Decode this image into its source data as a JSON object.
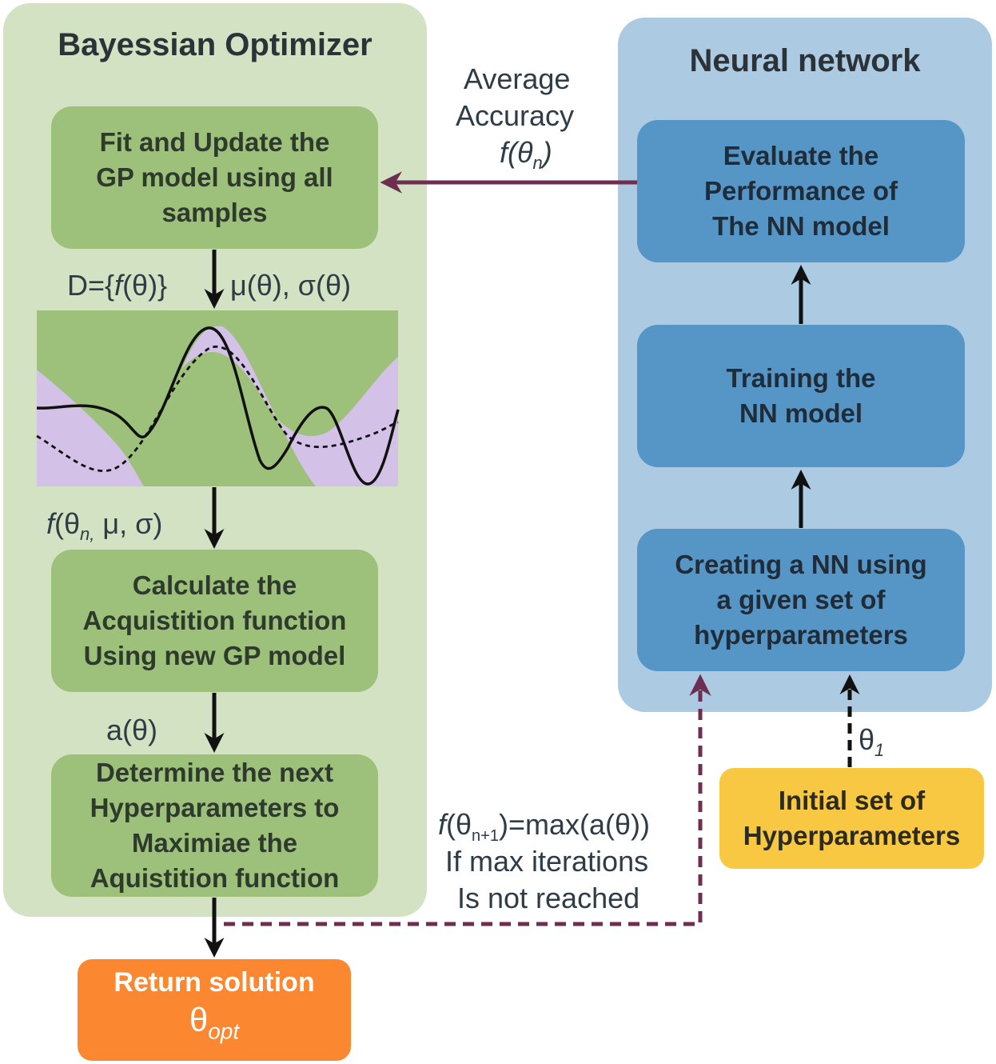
{
  "bo": {
    "title": "Bayessian Optimizer",
    "fit_box": "Fit and Update the\nGP model using all\nsamples",
    "calc_box": "Calculate the\nAcquistition function\nUsing new GP model",
    "determine_box": "Determine the next\nHyperparameters to\nMaximiae the\nAquistition function"
  },
  "nn": {
    "title": "Neural network",
    "evaluate_box": "Evaluate the\nPerformance  of\nThe NN model",
    "training_box": "Training the\nNN model",
    "creating_box": "Creating a NN using\na given set of\nhyperparameters"
  },
  "initial_box": "Initial set of\nHyperparameters",
  "return": {
    "line1": "Return solution",
    "theta": "θ",
    "sub": "opt"
  },
  "labels": {
    "avg_line1": "Average",
    "avg_line2": "Accuracy",
    "avg_f": "f",
    "avg_theta": "(θ",
    "avg_n": "n",
    "avg_close": ")",
    "d_prefix": "D={",
    "d_f": "f",
    "d_rest": "(θ)}",
    "mu_sigma": "μ(θ), σ(θ)",
    "f_f": "f",
    "f_theta": "(θ",
    "f_n": "n,",
    "f_rest": " μ, σ)",
    "a_theta": "a(θ)",
    "theta1": "θ",
    "theta1_sub": "1",
    "loop_f": "f",
    "loop_theta": "(θ",
    "loop_sub": "n+1",
    "loop_rest": ")=max(a(θ))",
    "loop_line2": "If max iterations",
    "loop_line3": "Is not reached"
  },
  "colors": {
    "bo_panel": "#d3e2c3",
    "bo_box": "#9dc07a",
    "nn_panel": "#adcae3",
    "nn_box": "#5596c6",
    "initial_box": "#f9c843",
    "return_box": "#fb8730",
    "feedback_arrow": "#6e2e52",
    "gp_band": "#d4c1e8",
    "gp_bg": "#9dc07a"
  }
}
